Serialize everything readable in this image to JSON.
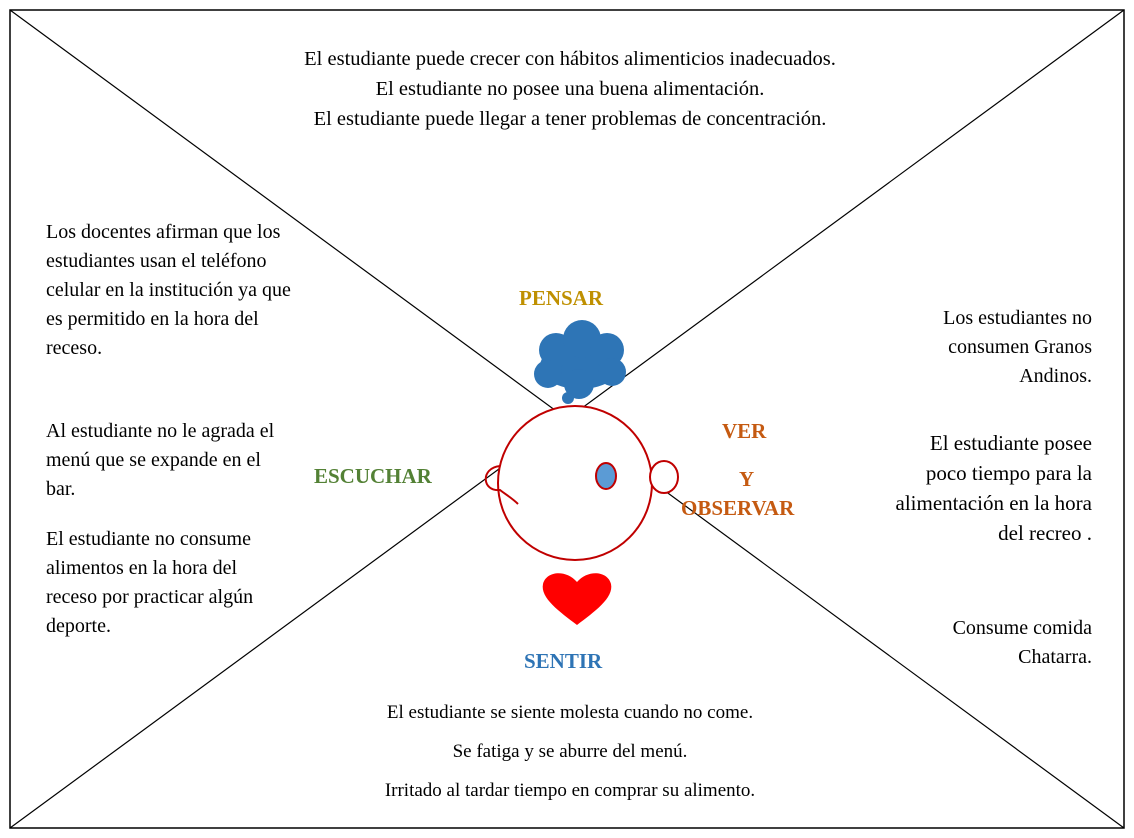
{
  "colors": {
    "frame": "#000000",
    "pensar": "#bf9000",
    "escuchar": "#538135",
    "ver": "#c55a11",
    "sentir": "#2e74b5",
    "cloud": "#2e75b6",
    "head": "#c00000",
    "eye": "#5b9bd5",
    "heart": "#ff0000"
  },
  "icons": [
    "thought-cloud-icon",
    "head-icon",
    "eye-icon",
    "ear-icon",
    "heart-icon"
  ],
  "labels": {
    "pensar": "PENSAR",
    "escuchar": "ESCUCHAR",
    "ver": "VER",
    "y": "Y",
    "observar": "OBSERVAR",
    "sentir": "SENTIR"
  },
  "top_text": [
    "El estudiante puede crecer con hábitos alimenticios inadecuados.",
    "El estudiante no posee una buena alimentación.",
    "El estudiante puede llegar a tener problemas de concentración."
  ],
  "left_text": [
    "Los docentes afirman que los estudiantes usan el teléfono celular en la institución ya que es permitido en la hora del receso.",
    "Al estudiante no le agrada el menú que se expande en el bar.",
    "El estudiante no consume alimentos en la hora del receso por practicar algún deporte."
  ],
  "right_text": [
    "Los estudiantes no consumen Granos Andinos.",
    "El estudiante posee poco tiempo para la alimentación en la hora del recreo .",
    "Consume comida Chatarra."
  ],
  "bottom_text": [
    "El estudiante se siente molesta cuando no come.",
    "Se fatiga y se aburre del menú.",
    "Irritado al tardar tiempo en comprar su alimento."
  ]
}
